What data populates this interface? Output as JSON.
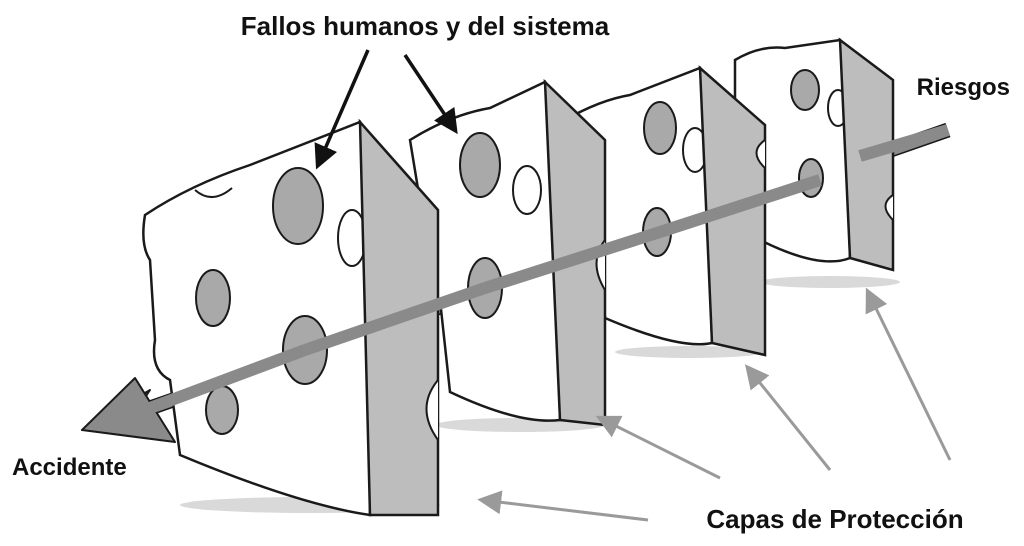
{
  "labels": {
    "top": "Fallos humanos y del sistema",
    "hazards": "Riesgos",
    "accident": "Accidente",
    "layers": "Capas de Protección"
  },
  "colors": {
    "outline": "#1a1a1a",
    "cheese_face": "#ffffff",
    "cheese_side": "#bdbdbd",
    "hole_fill": "#a9a9a9",
    "arrow": "#8a8a8a",
    "shadow": "#d9d9d9",
    "label_pointer": "#9a9a9a",
    "text": "#111111"
  },
  "icons": [
    "swiss-cheese-slice",
    "trajectory-arrow",
    "pointer-arrow"
  ]
}
